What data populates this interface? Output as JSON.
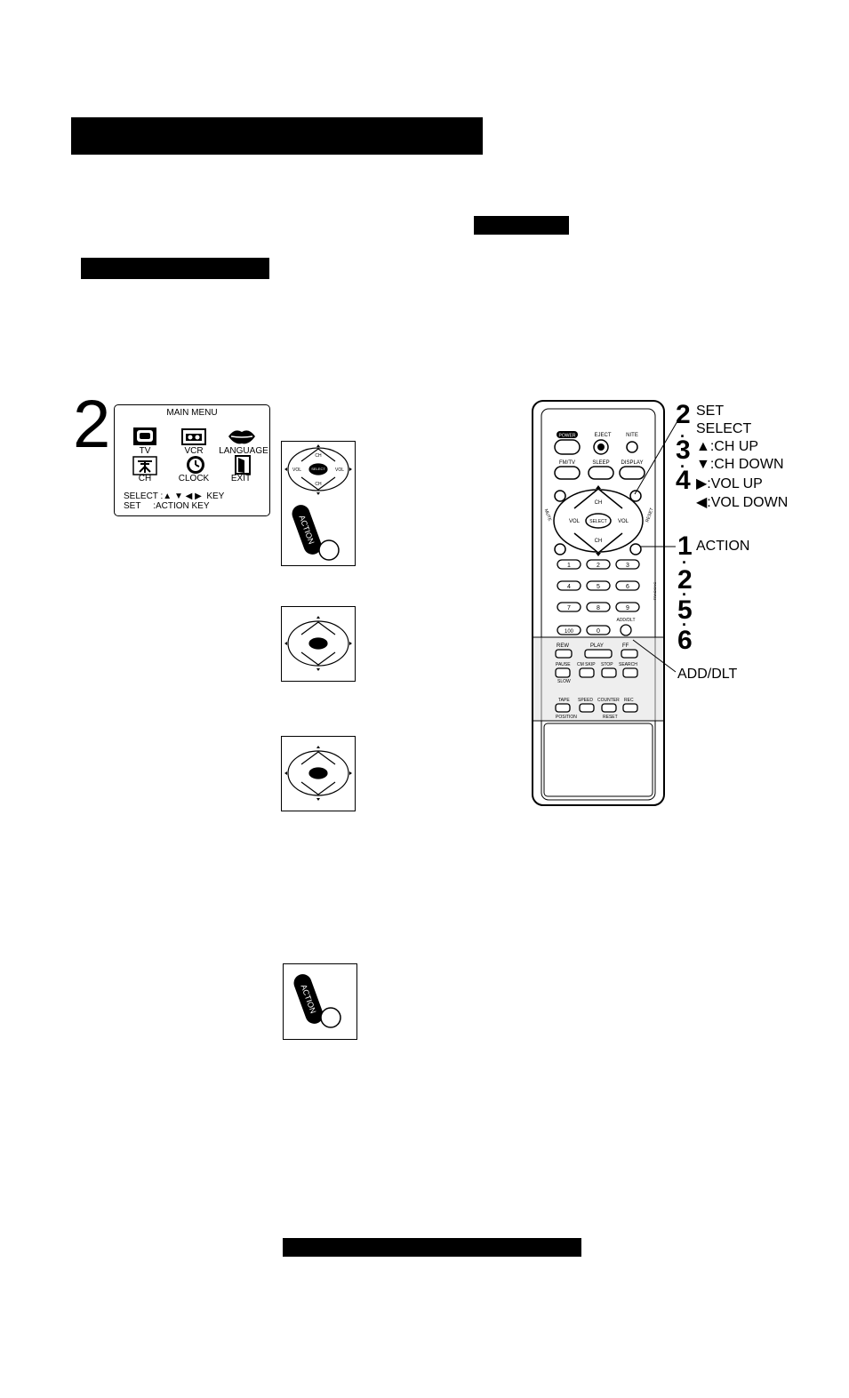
{
  "main_menu": {
    "step_number": "2",
    "title": "MAIN MENU",
    "items": [
      "TV",
      "VCR",
      "LANGUAGE",
      "CH",
      "CLOCK",
      "EXIT"
    ],
    "footer_select": "SELECT :▲ ▼ ◀ ▶  KEY",
    "footer_set": "SET     :ACTION KEY"
  },
  "pads": {
    "select_label": "SELECT",
    "ch_label": "CH",
    "vol_label": "VOL",
    "action_label": "ACTION"
  },
  "remote": {
    "top_buttons": [
      "POWER",
      "EJECT",
      "NITE"
    ],
    "row2_buttons": [
      "FM/TV",
      "SLEEP",
      "DISPLAY"
    ],
    "side_left": "MUTE",
    "side_right": "RESET",
    "number_keys": [
      "1",
      "2",
      "3",
      "4",
      "5",
      "6",
      "7",
      "8",
      "9",
      "100",
      "0"
    ],
    "add_dlt": "ADD/DLT",
    "transport": [
      "REW",
      "PLAY",
      "FF"
    ],
    "transport2": [
      "PAUSE",
      "CM SKIP",
      "STOP",
      "SEARCH"
    ],
    "slow": "SLOW",
    "bottom_row": [
      "TAPE",
      "SPEED",
      "COUNTER",
      "REC"
    ],
    "position": "POSITION",
    "reset_bottom": "RESET",
    "tracking": "TRACKING"
  },
  "callouts": {
    "step2": "2",
    "set": "SET",
    "select": "SELECT",
    "step3": "3",
    "ch_up": "▲:CH UP",
    "ch_down": "▼:CH DOWN",
    "step4": "4",
    "vol_up": "▶:VOL UP",
    "vol_down": "◀:VOL DOWN",
    "step1": "1",
    "action": "ACTION",
    "step2b": "2",
    "step5": "5",
    "step6": "6",
    "add_dlt": "ADD/DLT"
  }
}
